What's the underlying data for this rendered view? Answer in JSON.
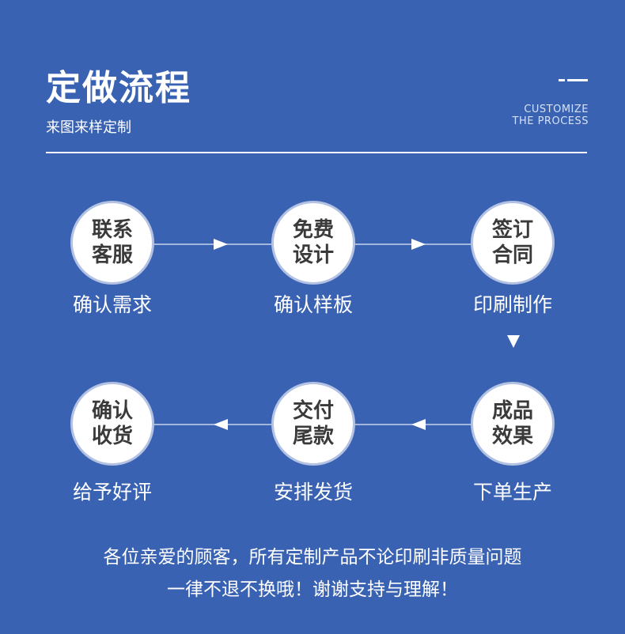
{
  "header": {
    "title": "定做流程",
    "subtitle": "来图来样定制",
    "english_line1": "CUSTOMIZE",
    "english_line2": "THE PROCESS"
  },
  "steps": [
    {
      "circle_line1": "联系",
      "circle_line2": "客服",
      "caption": "确认需求"
    },
    {
      "circle_line1": "免费",
      "circle_line2": "设计",
      "caption": "确认样板"
    },
    {
      "circle_line1": "签订",
      "circle_line2": "合同",
      "caption": "印刷制作"
    },
    {
      "circle_line1": "成品",
      "circle_line2": "效果",
      "caption": "下单生产"
    },
    {
      "circle_line1": "交付",
      "circle_line2": "尾款",
      "caption": "安排发货"
    },
    {
      "circle_line1": "确认",
      "circle_line2": "收货",
      "caption": "给予好评"
    }
  ],
  "notice": {
    "line1": "各位亲爱的顾客，所有定制产品不论印刷非质量问题",
    "line2": "一律不退不换哦！谢谢支持与理解！"
  },
  "colors": {
    "background": "#3a62b3",
    "circle_fill": "#ffffff",
    "circle_ring": "#b3c2e2",
    "circle_text": "#3a3a3a",
    "arrow_line": "#c6d2ec"
  },
  "icons": [
    "arrow-right-icon",
    "arrow-down-icon",
    "arrow-left-icon"
  ]
}
